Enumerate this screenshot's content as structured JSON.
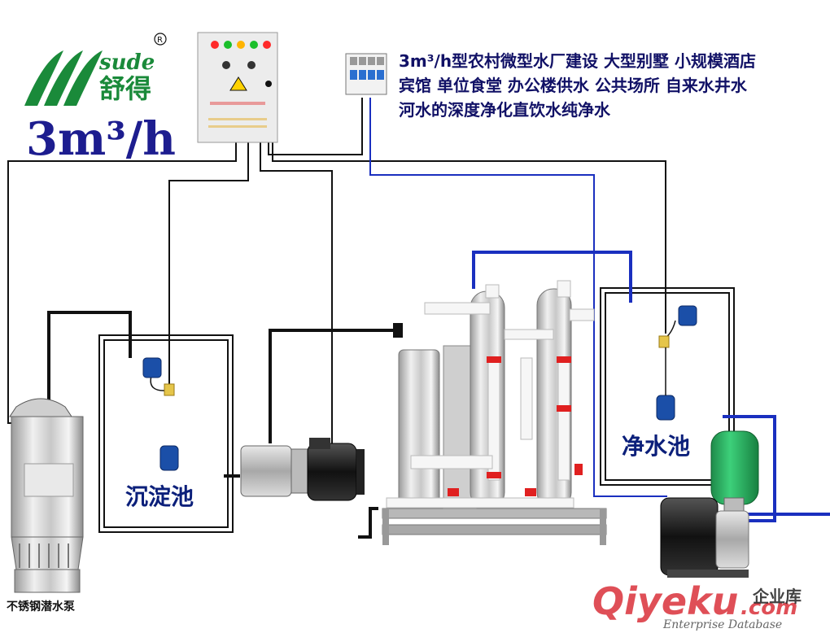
{
  "logo": {
    "wordmark": "sude",
    "registered_mark": "R",
    "brand_name": "舒得",
    "brand_color": "#1a8a3a"
  },
  "capacity_label": "3m³/h",
  "description_lines": [
    "3m³/h型农村微型水厂建设 大型别墅 小规模酒店",
    "宾馆 单位食堂 办公楼供水 公共场所 自来水井水",
    "河水的深度净化直饮水纯净水"
  ],
  "tanks": {
    "sedimentation_label": "沉淀池",
    "clean_water_label": "净水池"
  },
  "submersible_pump_caption": "不锈钢潜水泵",
  "watermark": {
    "brand": "Qiyeku",
    "domain": ".com",
    "chinese": "企业库",
    "subtitle": "Enterprise Database"
  },
  "colors": {
    "wire_dark": "#111111",
    "wire_blue": "#1a2fbf",
    "text_dark_blue": "#111166",
    "capacity_blue": "#1d1d8f",
    "tank_label_blue": "#0b1f7a",
    "watermark_red": "#d9303a"
  }
}
